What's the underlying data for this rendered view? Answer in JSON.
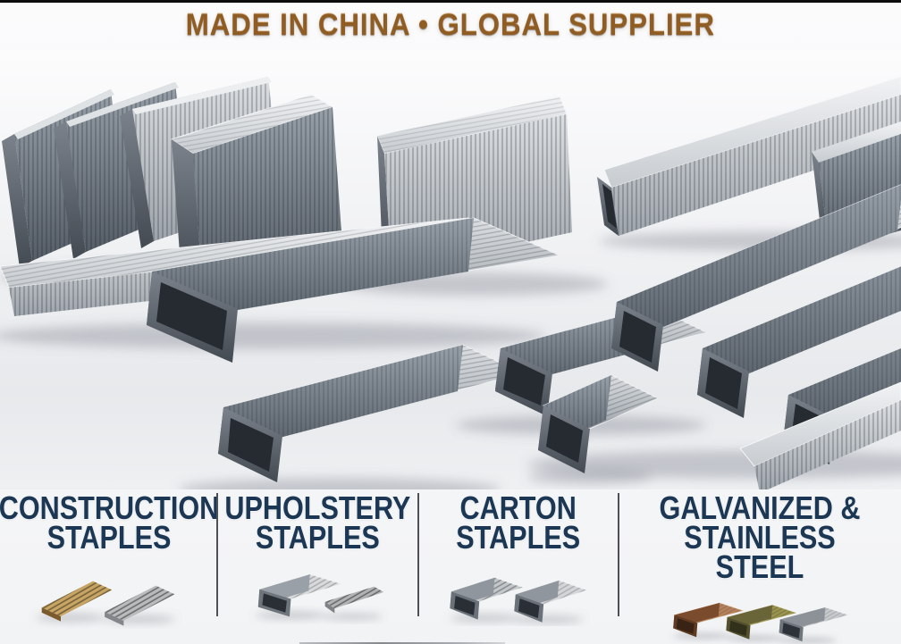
{
  "header": {
    "title": "MADE IN CHINA • GLOBAL SUPPLIER"
  },
  "categories": [
    {
      "label": "CONSTRUCTION\nSTAPLES"
    },
    {
      "label": "UPHOLSTERY\nSTAPLES"
    },
    {
      "label": "CARTON\nSTAPLES"
    },
    {
      "label": "GALVANIZED &\nSTAINLESS STEEL"
    }
  ],
  "images": {
    "hero": "assorted-steel-staple-strips-on-reflective-surface",
    "construction": "brass-and-steel-flat-staple-strips",
    "upholstery": "steel-staple-strip-and-flat-strip",
    "carton": "two-steel-carton-staple-strips",
    "galvanized_stainless": "copper-galvanized-and-stainless-staple-strips"
  },
  "colors": {
    "title_text": "#8f5d24",
    "category_text": "#1c3753",
    "divider": "#4e5055",
    "brass": "#c8a562",
    "copper": "#b5825c",
    "galvanized_olive": "#9a944e",
    "stainless_silver": "#c7cacd",
    "steel_dark": "#5f6771",
    "background": "#f7f8f9"
  }
}
